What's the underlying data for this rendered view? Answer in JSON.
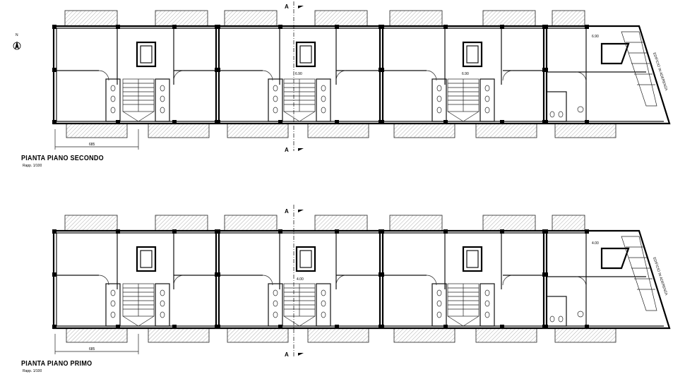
{
  "plans": [
    {
      "title": "PIANTA PIANO SECONDO",
      "scale": "Rapp. 1/100",
      "dimension": "685",
      "level_labels": [
        "6.90",
        "6.90",
        "6.90"
      ],
      "neighbor_label": "EDIFICIO IN ADERENZA",
      "section_mark": "A"
    },
    {
      "title": "PIANTA PIANO PRIMO",
      "scale": "Rapp. 1/100",
      "dimension": "685",
      "level_labels": [
        "4.00",
        "4.00"
      ],
      "neighbor_label": "EDIFICIO IN ADERENZA",
      "section_mark": "A"
    }
  ],
  "north_label": "N"
}
